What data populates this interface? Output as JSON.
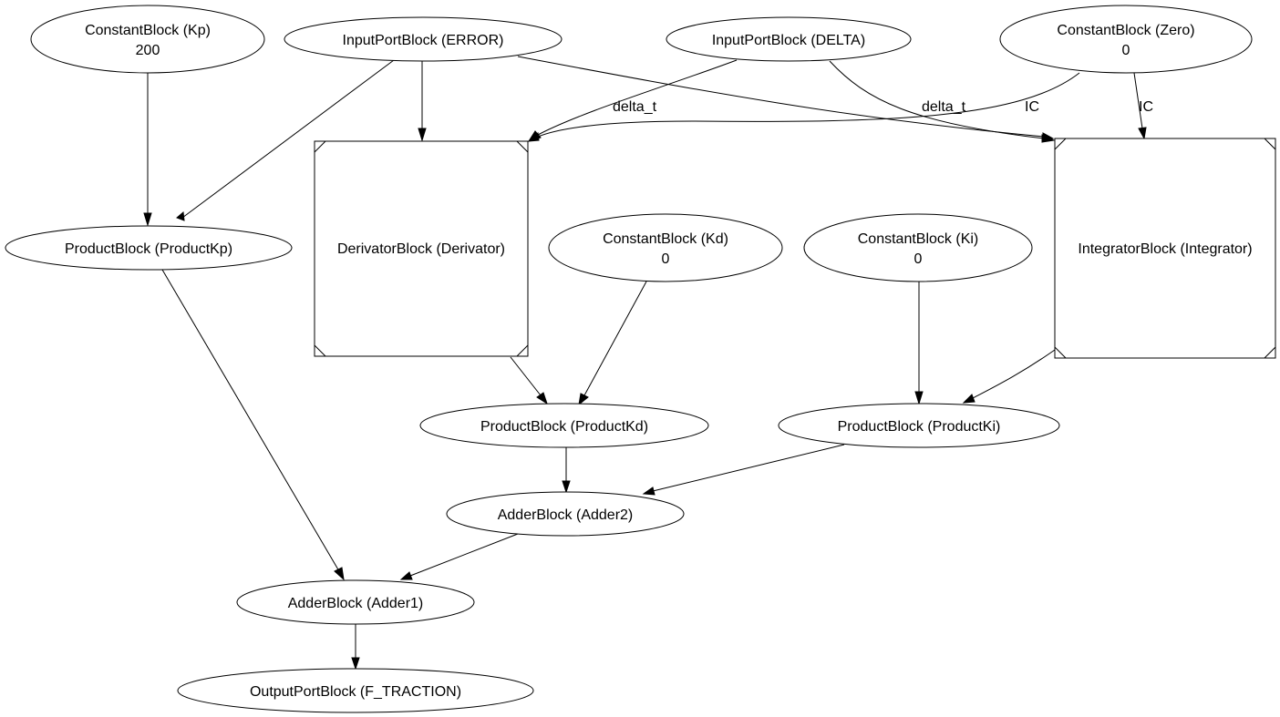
{
  "nodes": {
    "kp": {
      "line1": "ConstantBlock (Kp)",
      "line2": "200"
    },
    "error": {
      "line1": "InputPortBlock (ERROR)"
    },
    "delta": {
      "line1": "InputPortBlock (DELTA)"
    },
    "zero": {
      "line1": "ConstantBlock (Zero)",
      "line2": "0"
    },
    "productkp": {
      "line1": "ProductBlock (ProductKp)"
    },
    "derivator": {
      "line1": "DerivatorBlock (Derivator)"
    },
    "kd": {
      "line1": "ConstantBlock (Kd)",
      "line2": "0"
    },
    "ki": {
      "line1": "ConstantBlock (Ki)",
      "line2": "0"
    },
    "integrator": {
      "line1": "IntegratorBlock (Integrator)"
    },
    "productkd": {
      "line1": "ProductBlock (ProductKd)"
    },
    "productki": {
      "line1": "ProductBlock (ProductKi)"
    },
    "adder2": {
      "line1": "AdderBlock (Adder2)"
    },
    "adder1": {
      "line1": "AdderBlock (Adder1)"
    },
    "output": {
      "line1": "OutputPortBlock (F_TRACTION)"
    }
  },
  "edge_labels": {
    "delta_to_derivator": "delta_t",
    "delta_to_integrator": "delta_t",
    "zero_to_derivator": "IC",
    "zero_to_integrator": "IC"
  },
  "colors": {
    "stroke": "#000000",
    "background": "#ffffff"
  }
}
